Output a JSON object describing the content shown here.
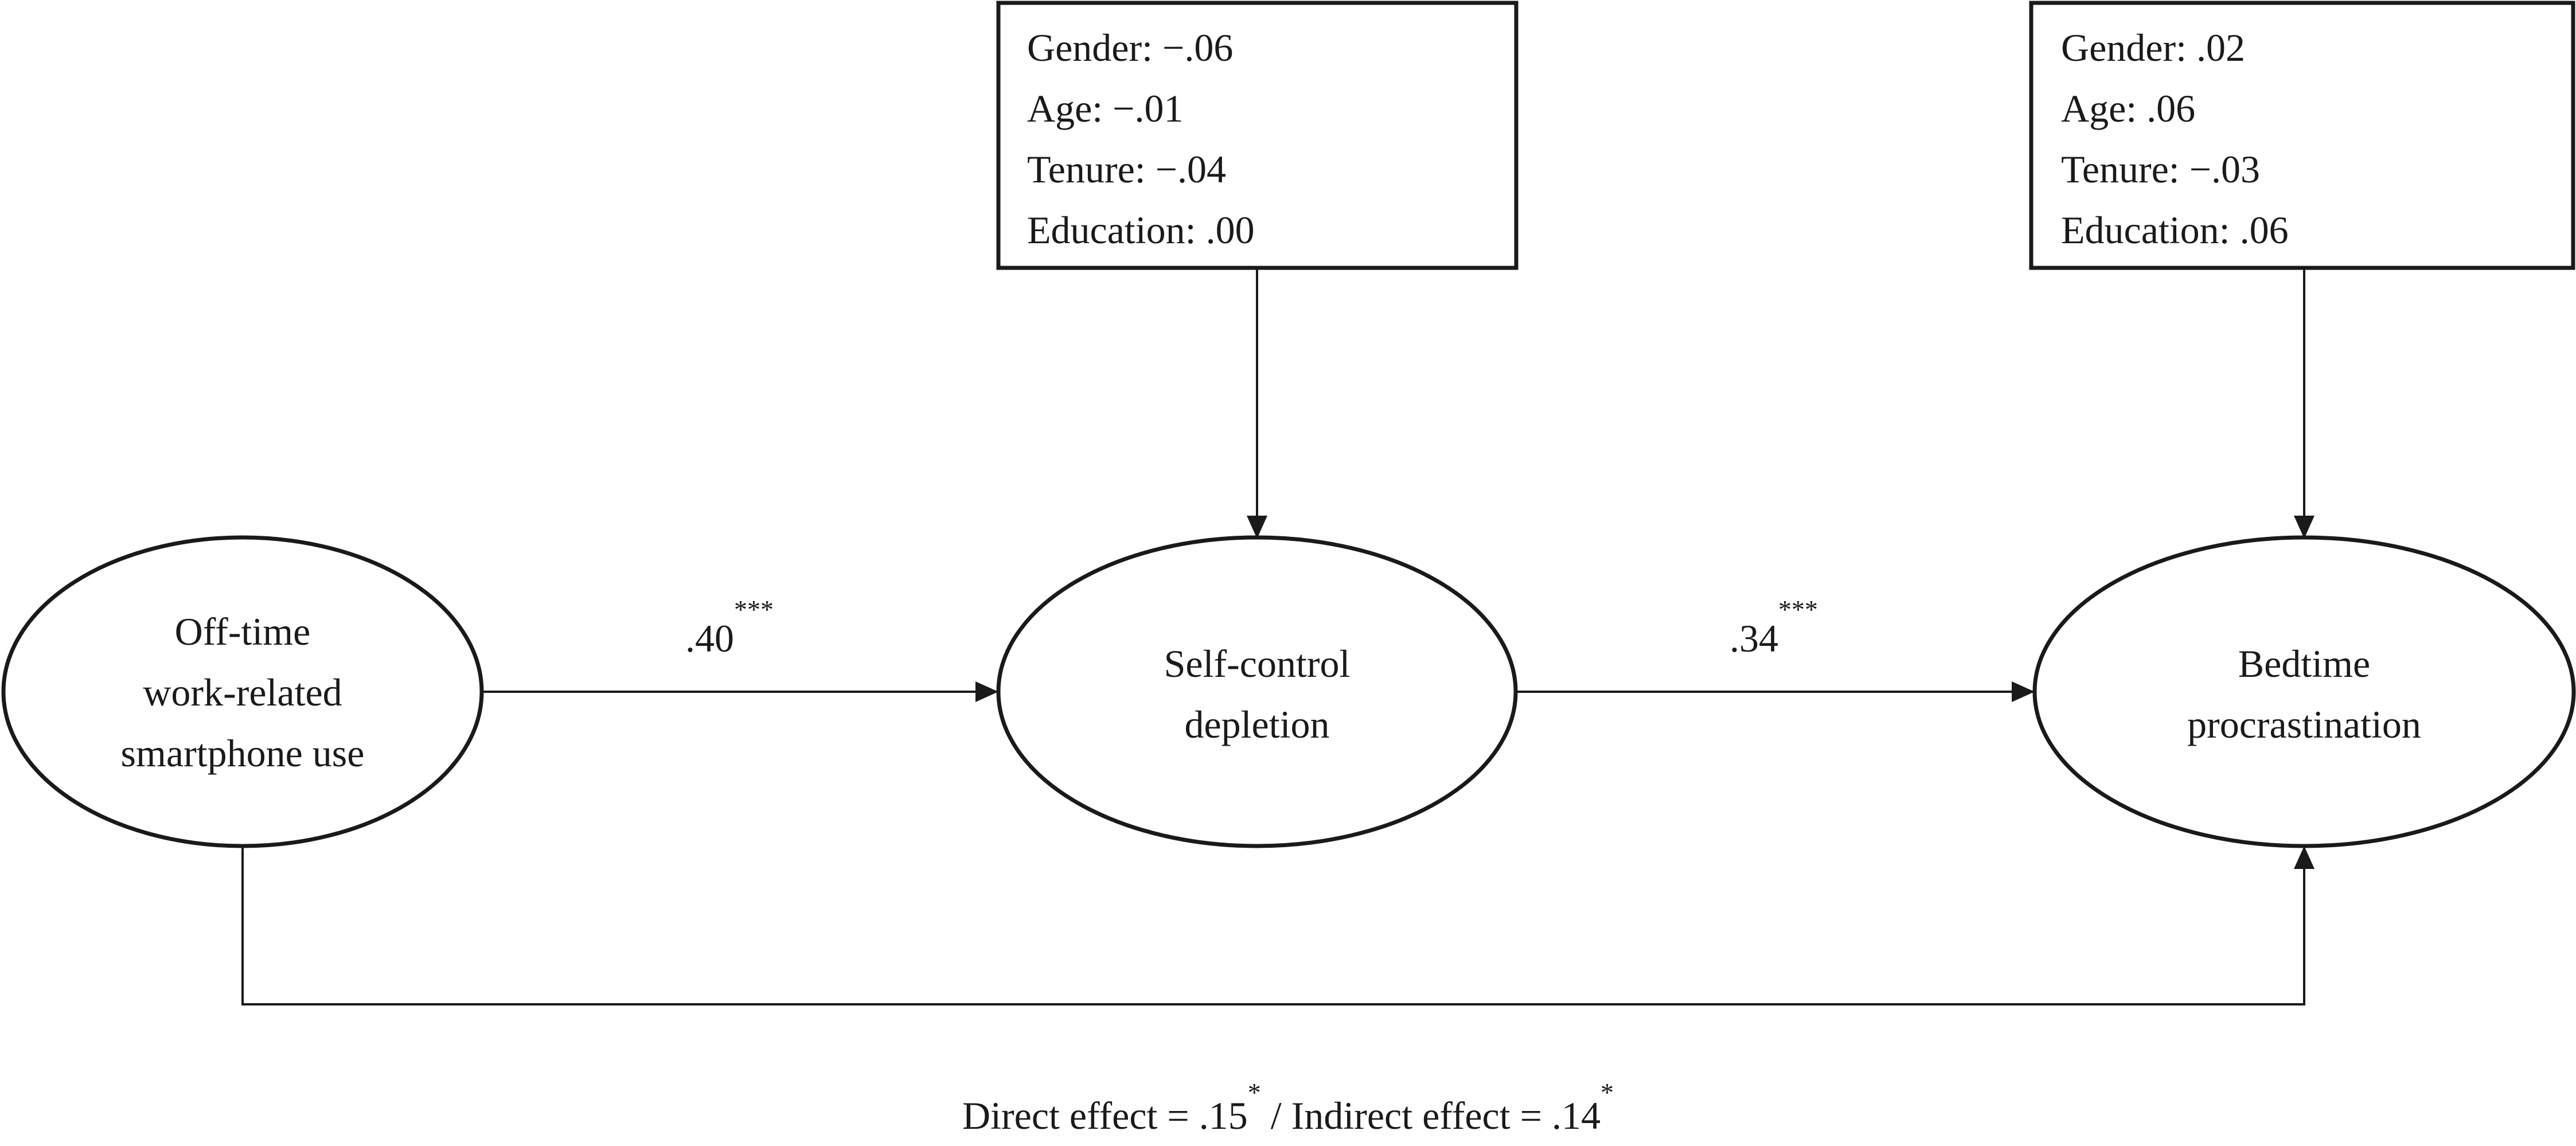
{
  "nodes": {
    "predictor": {
      "lines": [
        "Off-time",
        "work-related",
        "smartphone use"
      ]
    },
    "mediator": {
      "lines": [
        "Self-control",
        "depletion"
      ]
    },
    "outcome": {
      "lines": [
        "Bedtime",
        "procrastination"
      ]
    }
  },
  "controls": {
    "mediator": [
      "Gender: −.06",
      "Age: −.01",
      "Tenure: −.04",
      "Education: .00"
    ],
    "outcome": [
      "Gender: .02",
      "Age: .06",
      "Tenure: −.03",
      "Education: .06"
    ]
  },
  "paths": {
    "a": {
      "value": ".40",
      "sig": "***"
    },
    "b": {
      "value": ".34",
      "sig": "***"
    }
  },
  "effects": {
    "direct_label": "Direct effect = .15",
    "direct_sig": "*",
    "separator": " / ",
    "indirect_label": "Indirect effect = .14",
    "indirect_sig": "*"
  }
}
